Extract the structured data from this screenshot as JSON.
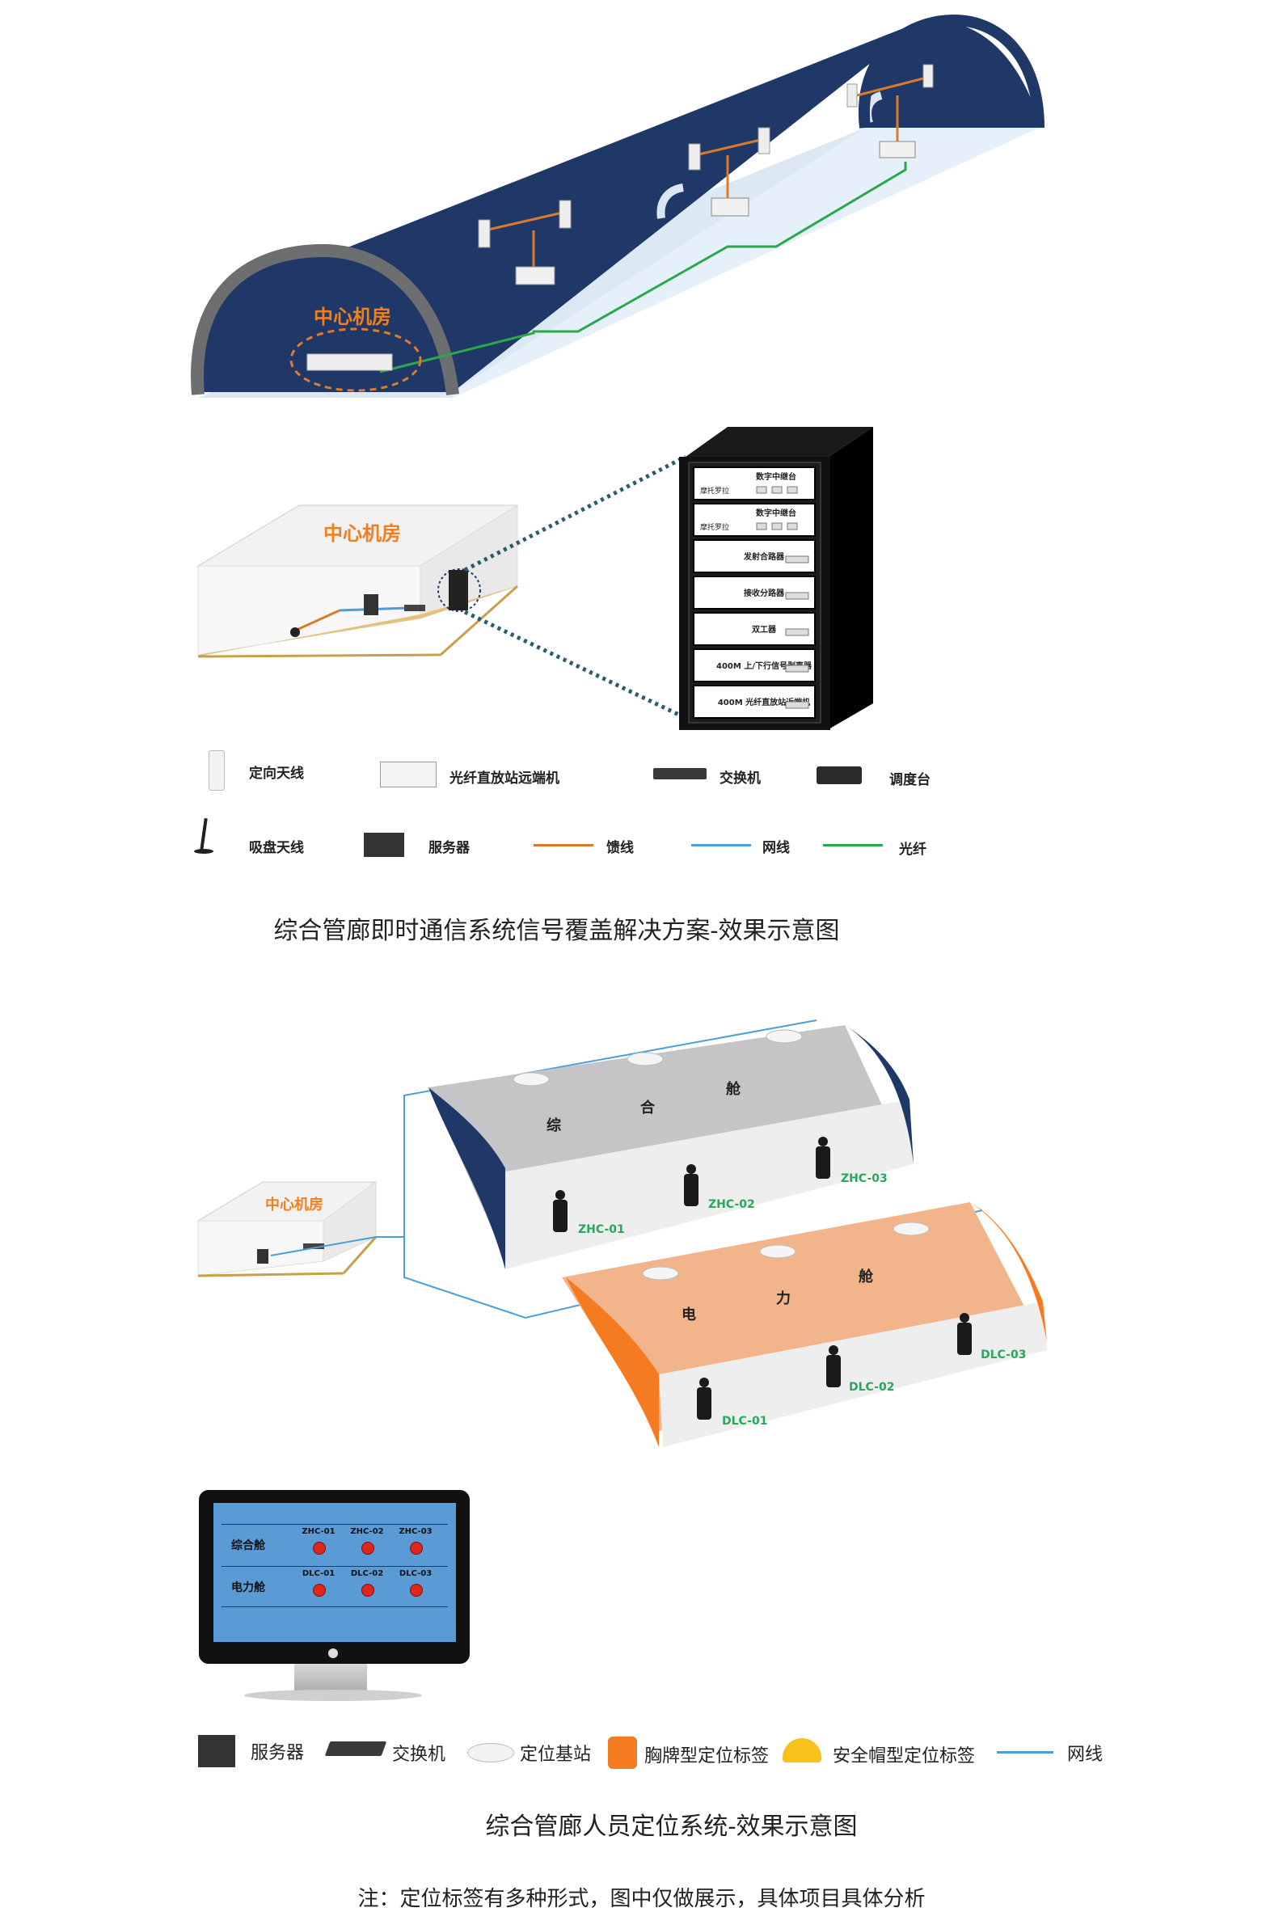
{
  "section1": {
    "tunnel_room_label": "中心机房",
    "room_label": "中心机房",
    "rack_units": [
      {
        "title": "数字中继台",
        "brand": "摩托罗拉"
      },
      {
        "title": "数字中继台",
        "brand": "摩托罗拉"
      },
      {
        "title": "发射合路器"
      },
      {
        "title": "接收分路器"
      },
      {
        "title": "双工器"
      },
      {
        "title": "400M 上/下行信号剥离器"
      },
      {
        "title": "400M 光纤直放站近端机"
      }
    ],
    "legend": [
      {
        "label": "定向天线",
        "icon": "directional-antenna-icon"
      },
      {
        "label": "光纤直放站远端机",
        "icon": "fiber-repeater-remote-icon"
      },
      {
        "label": "交换机",
        "icon": "switch-icon"
      },
      {
        "label": "调度台",
        "icon": "dispatch-console-icon"
      },
      {
        "label": "吸盘天线",
        "icon": "magnetic-antenna-icon"
      },
      {
        "label": "服务器",
        "icon": "server-icon"
      },
      {
        "label": "馈线",
        "icon": "feeder-line-icon",
        "color": "#d97b2b"
      },
      {
        "label": "网线",
        "icon": "network-cable-icon",
        "color": "#4a9fd8"
      },
      {
        "label": "光纤",
        "icon": "fiber-line-icon",
        "color": "#2aa84a"
      }
    ],
    "caption": "综合管廊即时通信系统信号覆盖解决方案-效果示意图"
  },
  "section2": {
    "room_label": "中心机房",
    "tunnel_a_chars": [
      "综",
      "合",
      "舱"
    ],
    "tunnel_b_chars": [
      "电",
      "力",
      "舱"
    ],
    "tunnel_a_tags": [
      "ZHC-01",
      "ZHC-02",
      "ZHC-03"
    ],
    "tunnel_b_tags": [
      "DLC-01",
      "DLC-02",
      "DLC-03"
    ],
    "monitor": {
      "rows": [
        {
          "label": "综合舱",
          "tags": [
            "ZHC-01",
            "ZHC-02",
            "ZHC-03"
          ]
        },
        {
          "label": "电力舱",
          "tags": [
            "DLC-01",
            "DLC-02",
            "DLC-03"
          ]
        }
      ]
    },
    "legend": [
      {
        "label": "服务器",
        "icon": "server-icon"
      },
      {
        "label": "交换机",
        "icon": "switch-icon"
      },
      {
        "label": "定位基站",
        "icon": "positioning-base-station-icon"
      },
      {
        "label": "胸牌型定位标签",
        "icon": "badge-tag-icon"
      },
      {
        "label": "安全帽型定位标签",
        "icon": "helmet-tag-icon"
      },
      {
        "label": "网线",
        "icon": "network-cable-icon",
        "color": "#4a9fd8"
      }
    ],
    "caption": "综合管廊人员定位系统-效果示意图",
    "note": "注：定位标签有多种形式，图中仅做展示，具体项目具体分析"
  },
  "colors": {
    "navy": "#1f3868",
    "orange": "#f47b20",
    "peach": "#f2b48a",
    "fiber_green": "#2aa84a",
    "net_blue": "#4a9fd8",
    "feeder_orange": "#d97b2b",
    "room_label_orange": "#f07f1e",
    "tag_green": "#27a85a",
    "monitor_blue": "#5b9bd5"
  }
}
